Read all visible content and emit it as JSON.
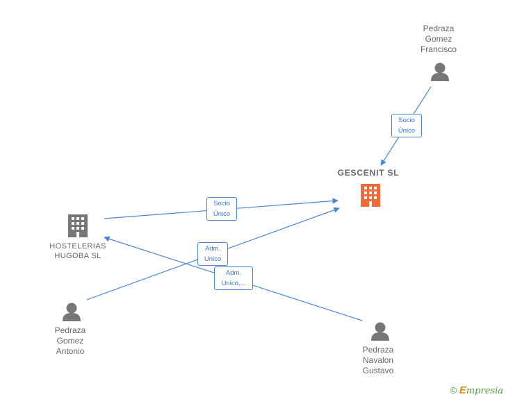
{
  "nodes": {
    "gescenit": {
      "label": "GESCENIT  SL",
      "type": "company",
      "color": "#f06a3a"
    },
    "hostelerias": {
      "label": "HOSTELERIAS\nHUGOBA  SL",
      "type": "company",
      "color": "#777777"
    },
    "francisco": {
      "label": "Pedraza\nGomez\nFrancisco",
      "type": "person"
    },
    "antonio": {
      "label": "Pedraza\nGomez\nAntonio",
      "type": "person"
    },
    "gustavo": {
      "label": "Pedraza\nNavalon\nGustavo",
      "type": "person"
    }
  },
  "edges": {
    "francisco_gescenit": {
      "label": "Socio\nÚnico"
    },
    "hostelerias_gescenit": {
      "label": "Socio\nÚnico"
    },
    "antonio_gescenit": {
      "label": "Adm.\nUnico"
    },
    "gustavo_hostelerias": {
      "label": "Adm.\nUnico,..."
    }
  },
  "colors": {
    "edge": "#4a86d4",
    "person": "#777777",
    "main_company": "#f06a3a"
  },
  "footer": {
    "copyright": "©",
    "brand_initial": "E",
    "brand_rest": "mpresia"
  }
}
